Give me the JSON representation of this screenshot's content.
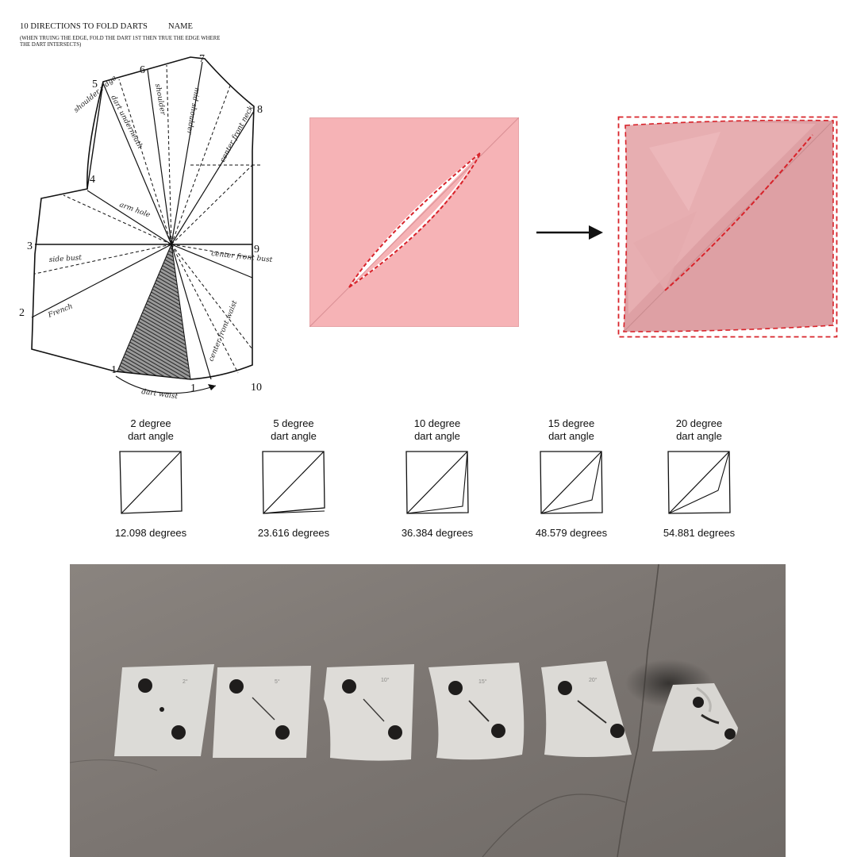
{
  "pattern_sheet": {
    "title": "10 DIRECTIONS TO FOLD DARTS",
    "name_label": "NAME",
    "note": "(WHEN TRUING THE EDGE, FOLD THE DART 1ST THEN TRUE THE EDGE WHERE THE DART INTERSECTS)",
    "dart_numbers": [
      "1",
      "1",
      "2",
      "3",
      "4",
      "5",
      "6",
      "7",
      "8",
      "9",
      "10"
    ],
    "handwritten_labels": {
      "shoulder_ridge": "shoulder ridge",
      "dart_underneath": "dart underneath",
      "shoulder": "shoulder",
      "mid_shoulder": "mid shoulder",
      "center_front_neck": "center front neck",
      "arm_hole": "arm hole",
      "side_bust": "side bust",
      "center_front_bust": "center front bust",
      "french": "French",
      "center_front_waist": "center front waist",
      "dart_waist": "dart waist"
    }
  },
  "colors": {
    "fabric_pink": "#f6b3b6",
    "fabric_shade": "#dfa0a4",
    "dash_red": "#d8232a",
    "arrow_black": "#111111",
    "concrete": "#7d7773"
  },
  "dart_angles": [
    {
      "label_line1": "2 degree",
      "label_line2": "dart angle",
      "result": "12.098 degrees"
    },
    {
      "label_line1": "5 degree",
      "label_line2": "dart angle",
      "result": "23.616 degrees"
    },
    {
      "label_line1": "10 degree",
      "label_line2": "dart angle",
      "result": "36.384 degrees"
    },
    {
      "label_line1": "15 degree",
      "label_line2": "dart angle",
      "result": "48.579 degrees"
    },
    {
      "label_line1": "20 degree",
      "label_line2": "dart angle",
      "result": "54.881 degrees"
    }
  ],
  "photo": {
    "sample_marks": [
      "2°",
      "5°",
      "10°",
      "15°",
      "20°"
    ]
  }
}
